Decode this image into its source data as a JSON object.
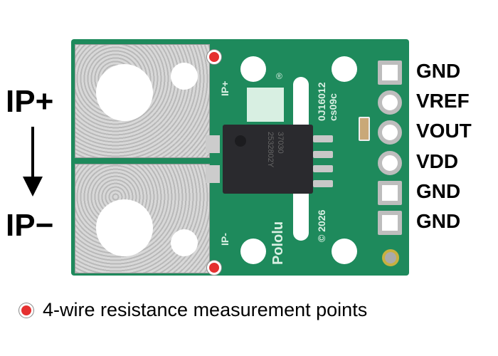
{
  "left_labels": {
    "top": "IP+",
    "bottom": "IP−"
  },
  "pin_labels": [
    "GND",
    "VREF",
    "VOUT",
    "VDD",
    "GND",
    "GND"
  ],
  "silkscreen": {
    "ip_plus": "IP+",
    "ip_minus": "IP-",
    "brand": "Pololu",
    "part": "0J16012",
    "rev": "cs09c",
    "copyright": "© 2026",
    "chip_line1": "37030",
    "chip_line2": "2532802Y",
    "registered": "®"
  },
  "legend": {
    "text": "4-wire resistance measurement points",
    "marker_color": "#e53030"
  },
  "colors": {
    "pcb": "#1e8a5c"
  }
}
